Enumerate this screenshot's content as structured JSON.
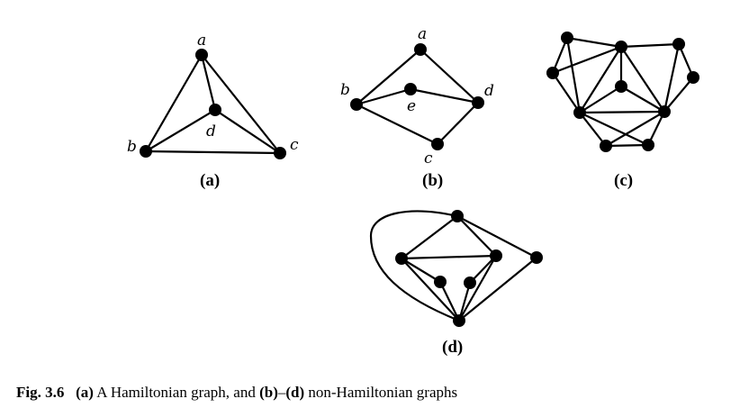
{
  "figure": {
    "panels": [
      {
        "id": "a",
        "label": "(a)",
        "vertex_labels": [
          "a",
          "b",
          "c",
          "d"
        ]
      },
      {
        "id": "b",
        "label": "(b)",
        "vertex_labels": [
          "a",
          "b",
          "c",
          "d",
          "e"
        ]
      },
      {
        "id": "c",
        "label": "(c)",
        "vertex_labels": []
      },
      {
        "id": "d",
        "label": "(d)",
        "vertex_labels": []
      }
    ]
  },
  "caption": {
    "fig_number": "Fig. 3.6",
    "part_a": "(a)",
    "text_a": " A Hamiltonian graph, and ",
    "part_b": "(b)",
    "dash": "–",
    "part_d": "(d)",
    "text_rest": " non-Hamiltonian graphs"
  }
}
